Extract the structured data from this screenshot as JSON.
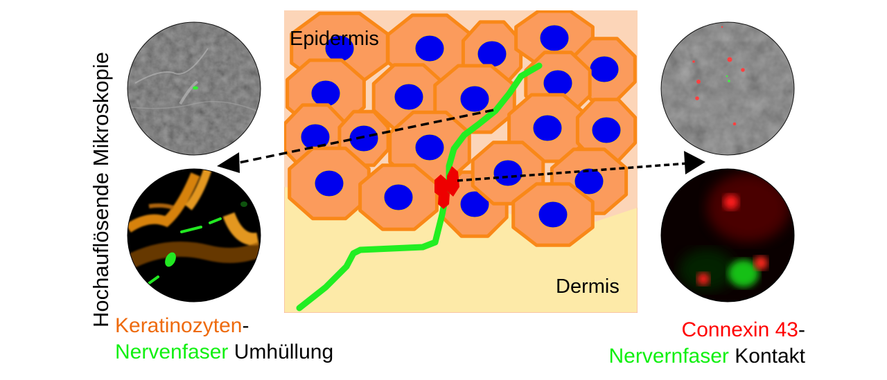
{
  "vertical_title": "Hochauflösende Mikroskopie",
  "diagram": {
    "epidermis_label": "Epidermis",
    "dermis_label": "Dermis",
    "colors": {
      "epidermis_bg": "#fcd5b8",
      "dermis_bg": "#fdeaa8",
      "cell_fill": "#fb9b5c",
      "cell_stroke": "#f98818",
      "nucleus": "#0000ee",
      "nerve_fiber": "#22ee22",
      "connexin": "#ff0000",
      "arrow": "#000000"
    }
  },
  "left_panel": {
    "top_image": "grayscale microscopy with green nerve fiber spot",
    "bottom_image": "orange keratinocytes with green nerve fiber",
    "caption_line1_colored": "Keratinozyten",
    "caption_line1_suffix": "-",
    "caption_line2_colored": "Nervenfaser",
    "caption_line2_suffix": " Umhüllung"
  },
  "right_panel": {
    "top_image": "grayscale microscopy with red connexin spots",
    "bottom_image": "red connexin 43 spots with green nerve fiber",
    "caption_line1_colored": "Connexin 43",
    "caption_line1_suffix": "-",
    "caption_line2_colored": "Nervernfaser",
    "caption_line2_suffix": " Kontakt"
  }
}
